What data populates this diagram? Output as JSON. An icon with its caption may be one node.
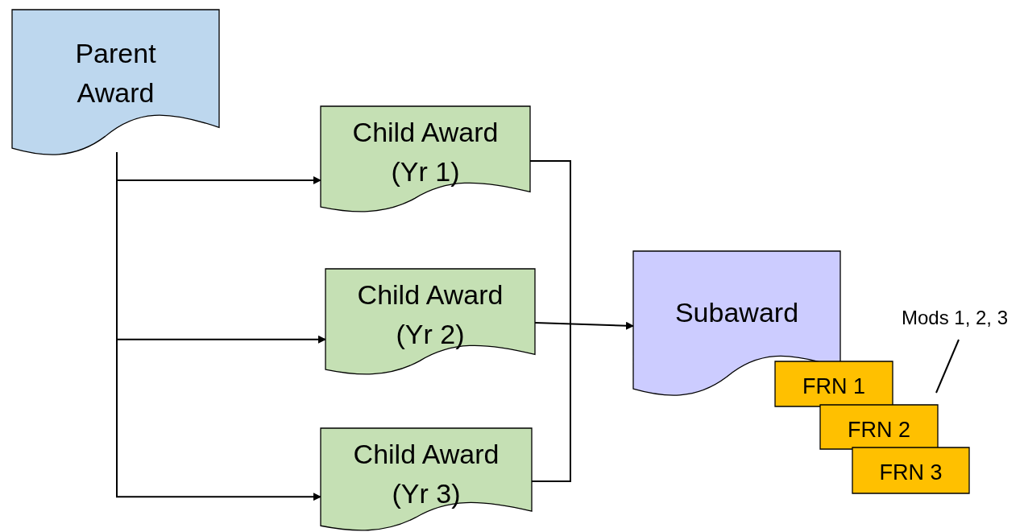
{
  "diagram": {
    "nodes": [
      {
        "text": [
          "Parent Award"
        ]
      },
      {
        "text": [
          "Child Award (Yr 1)"
        ]
      },
      {
        "text": [
          "Child Award (Yr 2)"
        ]
      },
      {
        "text": [
          "Child Award (Yr 3)"
        ]
      },
      {
        "text": [
          "Subaward"
        ]
      },
      {
        "text": [
          "FRN 1"
        ]
      },
      {
        "text": [
          "FRN 2"
        ]
      },
      {
        "text": [
          "FRN 3"
        ]
      },
      {
        "text": [
          "Mods 1, 2, 3"
        ]
      }
    ],
    "edges": [
      {
        "from": 0,
        "to": 1,
        "arrow": "to"
      },
      {
        "from": 0,
        "to": 2,
        "arrow": "to"
      },
      {
        "from": 0,
        "to": 3,
        "arrow": "to"
      },
      {
        "from": 1,
        "to": 3,
        "arrow": "none"
      },
      {
        "from": 2,
        "to": 4,
        "arrow": "to"
      },
      {
        "from": 8,
        "to": 6,
        "arrow": "none"
      }
    ]
  }
}
